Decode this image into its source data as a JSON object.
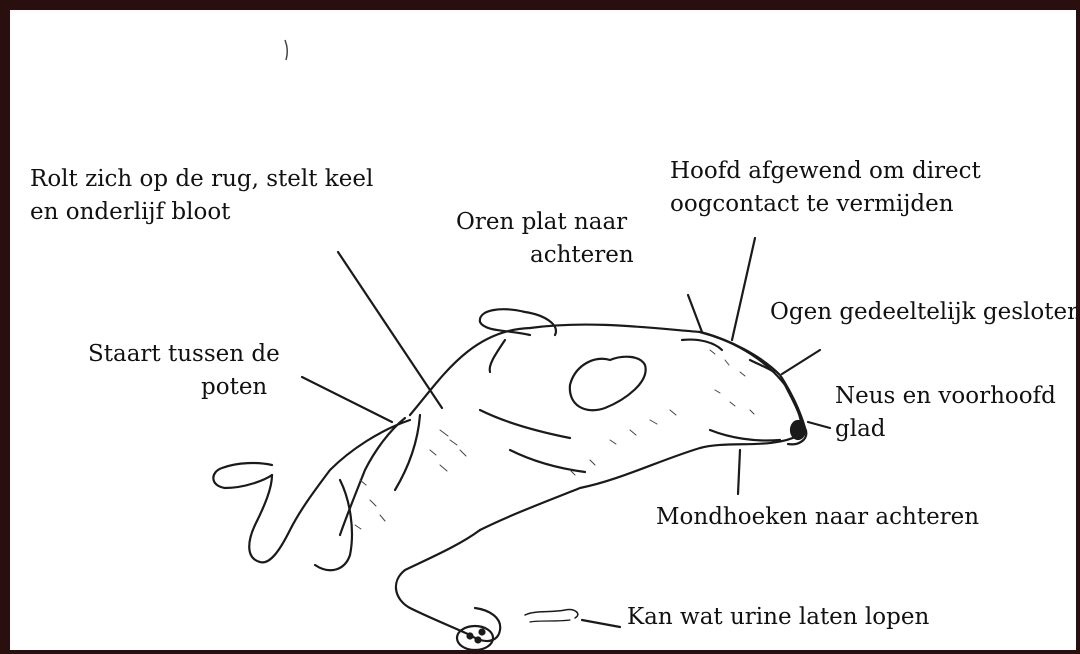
{
  "labels": {
    "rolls_on_back": [
      "Rolt zich op de rug, stelt keel",
      "en onderlijf bloot"
    ],
    "ears_flat": [
      "Oren plat naar",
      "achteren"
    ],
    "head_turned": [
      "Hoofd afgewend om direct",
      "oogcontact te vermijden"
    ],
    "eyes_closed": [
      "Ogen gedeeltelijk gesloten"
    ],
    "tail_between_legs": [
      "Staart tussen de",
      "poten"
    ],
    "nose_forehead": [
      "Neus en voorhoofd",
      "glad"
    ],
    "mouth_corners": [
      "Mondhoeken naar achteren"
    ],
    "urine": [
      "Kan wat urine laten lopen"
    ]
  },
  "colors": {
    "frame": "#2a0f0f",
    "ink": "#111111",
    "paper": "#ffffff"
  }
}
